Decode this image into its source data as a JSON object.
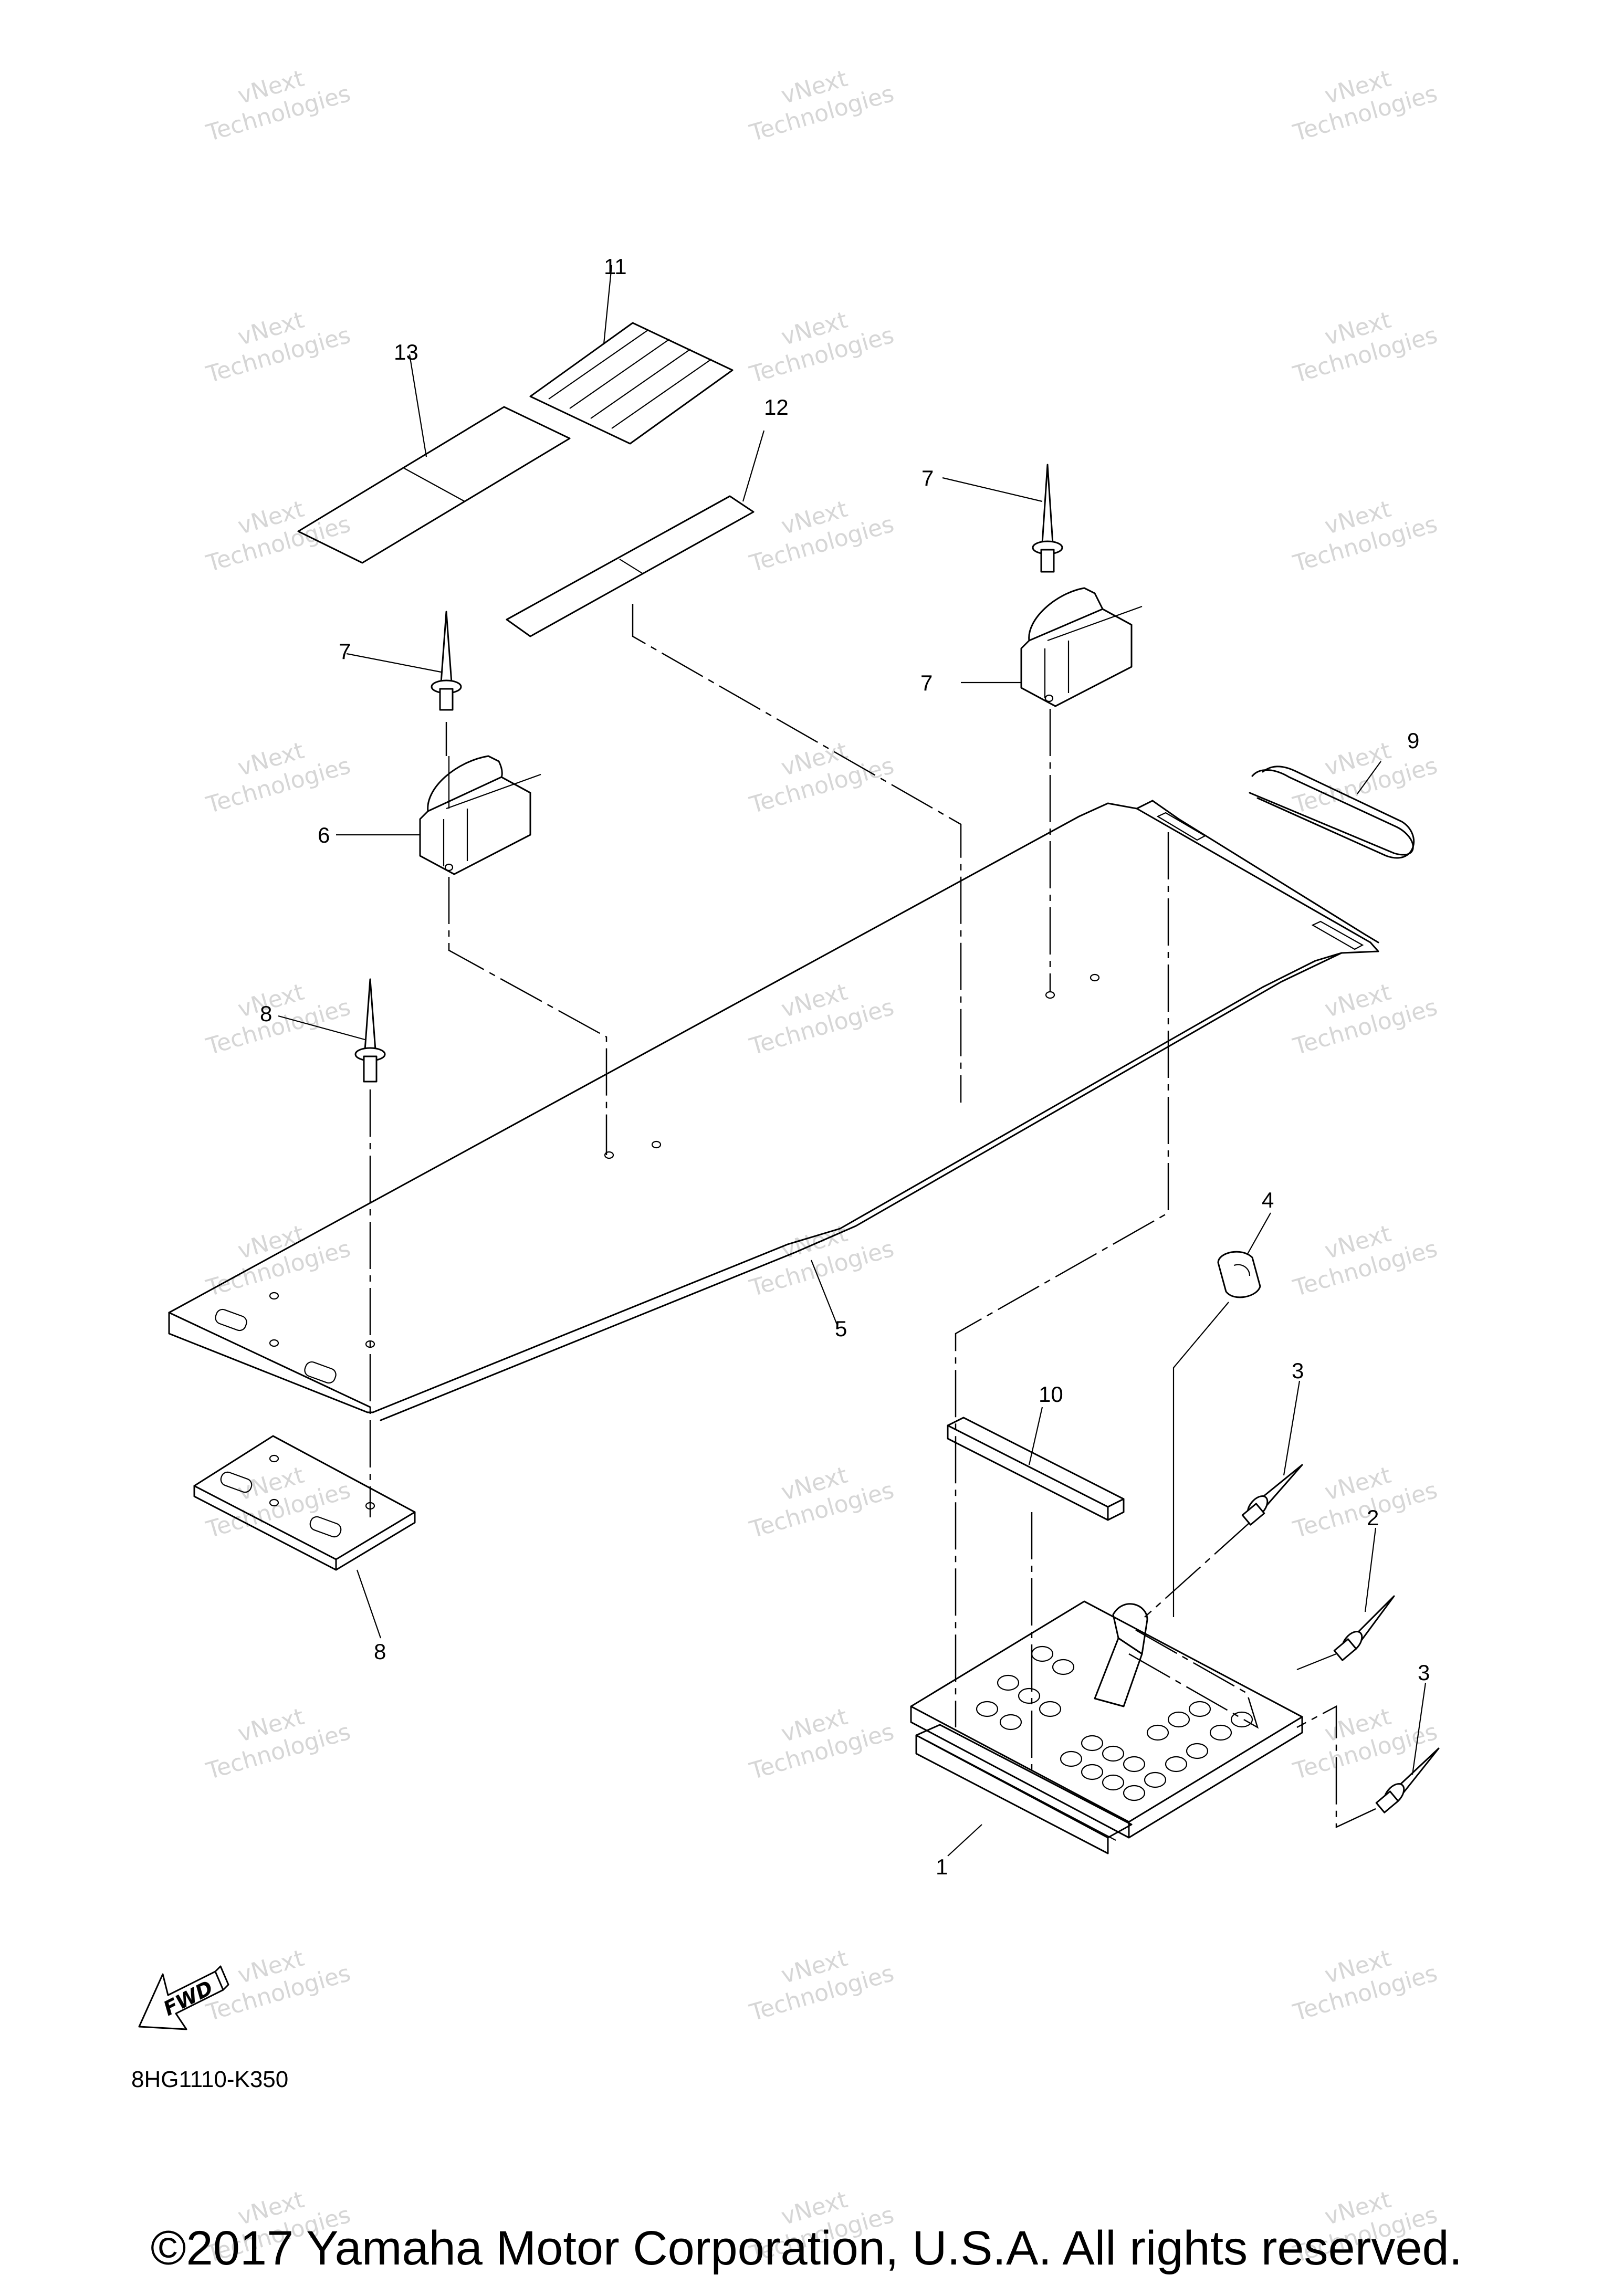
{
  "diagram": {
    "code": "8HG1110-K350",
    "fwd_label": "FWD",
    "parts": [
      {
        "id": "1",
        "label": "1"
      },
      {
        "id": "2",
        "label": "2"
      },
      {
        "id": "3a",
        "label": "3"
      },
      {
        "id": "3b",
        "label": "3"
      },
      {
        "id": "4",
        "label": "4"
      },
      {
        "id": "5",
        "label": "5"
      },
      {
        "id": "6a",
        "label": "6"
      },
      {
        "id": "6b",
        "label": "6"
      },
      {
        "id": "7a",
        "label": "7"
      },
      {
        "id": "7b",
        "label": "7"
      },
      {
        "id": "7c",
        "label": "7"
      },
      {
        "id": "8",
        "label": "8"
      },
      {
        "id": "9",
        "label": "9"
      },
      {
        "id": "10",
        "label": "10"
      },
      {
        "id": "11",
        "label": "11"
      },
      {
        "id": "12",
        "label": "12"
      },
      {
        "id": "13",
        "label": "13"
      }
    ]
  },
  "watermark": {
    "line1": "vNext",
    "line2": "Technologies"
  },
  "copyright": "©2017 Yamaha Motor Corporation, U.S.A. All rights reserved."
}
